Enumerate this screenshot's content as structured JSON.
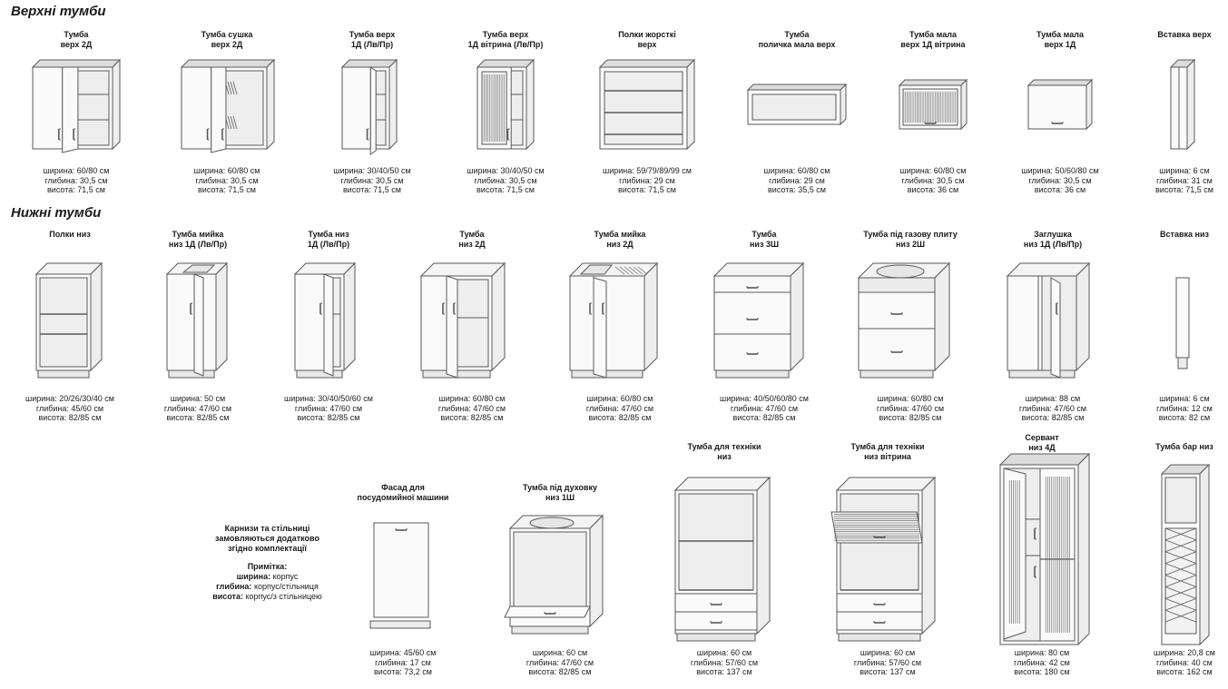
{
  "sections": {
    "top": "Верхні тумби",
    "bottom": "Нижні тумби"
  },
  "upper": [
    {
      "name": "Тумба\nверх 2Д",
      "dims": [
        "ширина: 60/80 см",
        "глибина: 30,5 см",
        "висота: 71,5 см"
      ]
    },
    {
      "name": "Тумба сушка\nверх 2Д",
      "dims": [
        "ширина: 60/80 см",
        "глибина: 30,5 см",
        "висота: 71,5 см"
      ]
    },
    {
      "name": "Тумба верх\n1Д (Лв/Пр)",
      "dims": [
        "ширина: 30/40/50 см",
        "глибина: 30,5 см",
        "висота: 71,5 см"
      ]
    },
    {
      "name": "Тумба верх\n1Д вітрина (Лв/Пр)",
      "dims": [
        "ширина: 30/40/50 см",
        "глибина: 30,5 см",
        "висота: 71,5 см"
      ]
    },
    {
      "name": "Полки жорсткі\nверх",
      "dims": [
        "ширина: 59/79/89/99 см",
        "глибина: 29 см",
        "висота: 71,5 см"
      ]
    },
    {
      "name": "Тумба\nполичка мала верх",
      "dims": [
        "ширина: 60/80 см",
        "глибина: 29 см",
        "висота: 35,5 см"
      ]
    },
    {
      "name": "Тумба мала\nверх 1Д вітрина",
      "dims": [
        "ширина: 60/80 см",
        "глибина: 30,5 см",
        "висота: 36 см"
      ]
    },
    {
      "name": "Тумба мала\nверх 1Д",
      "dims": [
        "ширина: 50/60/80 см",
        "глибина: 30,5 см",
        "висота: 36 см"
      ]
    },
    {
      "name": "Вставка верх",
      "dims": [
        "ширина: 6 см",
        "глибина: 31 см",
        "висота: 71,5 см"
      ]
    }
  ],
  "lower": [
    {
      "name": "Полки низ",
      "dims": [
        "ширина: 20/26/30/40 см",
        "глибина: 45/60 см",
        "висота: 82/85 см"
      ]
    },
    {
      "name": "Тумба мийка\nниз 1Д (Лв/Пр)",
      "dims": [
        "ширина: 50 см",
        "глибина: 47/60 см",
        "висота: 82/85 см"
      ]
    },
    {
      "name": "Тумба низ\n1Д (Лв/Пр)",
      "dims": [
        "ширина: 30/40/50/60 см",
        "глибина: 47/60 см",
        "висота: 82/85 см"
      ]
    },
    {
      "name": "Тумба\nниз 2Д",
      "dims": [
        "ширина: 60/80 см",
        "глибина: 47/60 см",
        "висота: 82/85 см"
      ]
    },
    {
      "name": "Тумба мийка\nниз 2Д",
      "dims": [
        "ширина: 60/80 см",
        "глибина: 47/60 см",
        "висота: 82/85 см"
      ]
    },
    {
      "name": "Тумба\nниз 3Ш",
      "dims": [
        "ширина: 40/50/60/80 см",
        "глибина: 47/60 см",
        "висота: 82/85 см"
      ]
    },
    {
      "name": "Тумба під газову плиту\nниз 2Ш",
      "dims": [
        "ширина: 60/80 см",
        "глибина: 47/60 см",
        "висота: 82/85 см"
      ]
    },
    {
      "name": "Заглушка\nниз 1Д (Лв/Пр)",
      "dims": [
        "ширина: 88 см",
        "глибина: 47/60 см",
        "висота: 82/85 см"
      ]
    },
    {
      "name": "Вставка низ",
      "dims": [
        "ширина: 6 см",
        "глибина: 12 см",
        "висота: 82 см"
      ]
    }
  ],
  "third": [
    {
      "name": "Фасад для\nпосудомийної машини",
      "dims": [
        "ширина: 45/60 см",
        "глибина: 17 см",
        "висота: 73,2 см"
      ]
    },
    {
      "name": "Тумба під духовку\nниз 1Ш",
      "dims": [
        "ширина: 60 см",
        "глибина: 47/60 см",
        "висота: 82/85 см"
      ]
    },
    {
      "name": "Тумба для техніки\nниз",
      "dims": [
        "ширина: 60 см",
        "глибина: 57/60 см",
        "висота: 137 см"
      ]
    },
    {
      "name": "Тумба для техніки\nниз вітрина",
      "dims": [
        "ширина: 60 см",
        "глибина: 57/60 см",
        "висота: 137 см"
      ]
    },
    {
      "name": "Сервант\nниз 4Д",
      "dims": [
        "ширина: 80 см",
        "глибина: 42 см",
        "висота: 180 см"
      ]
    },
    {
      "name": "Тумба бар низ",
      "dims": [
        "ширина: 20,8 см",
        "глибина: 40 см",
        "висота: 162 см"
      ]
    }
  ],
  "note": {
    "line1": "Карнизи та стільниці",
    "line2": "замовляються додатково",
    "line3": "згідно комплектації",
    "title": "Примітка:",
    "w_label": "ширина:",
    "w_val": " корпус",
    "d_label": "глибина:",
    "d_val": " корпус/стільниця",
    "h_label": "висота:",
    "h_val": " корпус/з стільницею"
  }
}
